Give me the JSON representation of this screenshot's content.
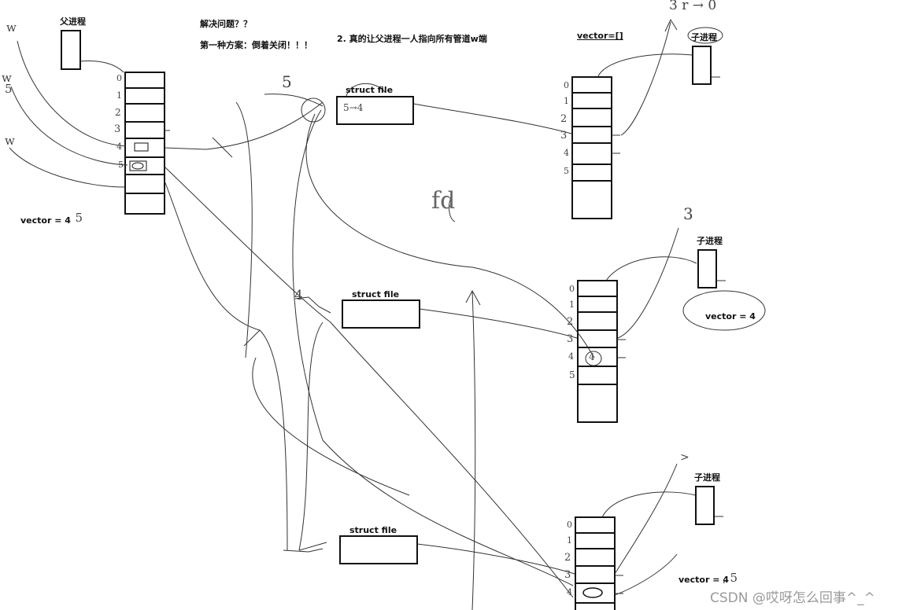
{
  "labels": {
    "parent": "父进程",
    "question": "解决问题？？",
    "scheme1": "第一种方案：倒着关闭！！！",
    "scheme2": "2. 真的让父进程一人指向所有管道w端",
    "vector_empty": "vector=[]",
    "vector_parent": "vector = 4",
    "vector_child2": "vector = 4",
    "vector_child3": "vector = 4",
    "child": "子进程",
    "struct_file": "struct file"
  },
  "handwriting": {
    "parent_vec_extra": ", 5",
    "child3_vec_extra": ", 5",
    "w_top": "w",
    "w_mid": "w",
    "w_bot": "w",
    "five_left": "5",
    "five_mid": "5",
    "four_mid": "4",
    "three_top": "3 r → 0",
    "three_mid": "3",
    "sf1_content": "5→4",
    "child2_four": "4",
    "fd": "fd",
    "gt": ">"
  },
  "fd_index_labels": [
    "0",
    "1",
    "2",
    "3",
    "4",
    "5"
  ],
  "watermark": "CSDN @哎呀怎么回事^_^"
}
